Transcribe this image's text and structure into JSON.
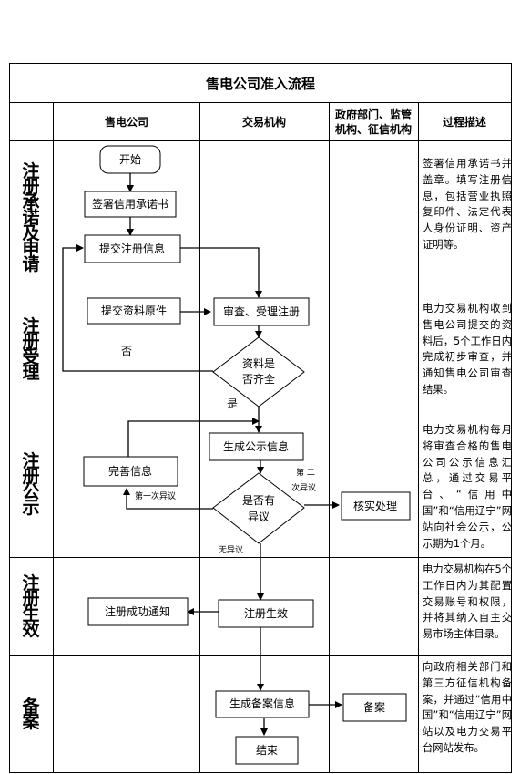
{
  "title": "售电公司准入流程",
  "headers": {
    "company": "售电公司",
    "exchange": "交易机构",
    "gov_line1": "政府部门、监管",
    "gov_line2": "机构、征信机构",
    "desc": "过程描述"
  },
  "stages": [
    {
      "chars": [
        "注",
        "册",
        "承",
        "诺",
        "及",
        "申",
        "请"
      ]
    },
    {
      "chars": [
        "注",
        "册",
        "受",
        "理"
      ]
    },
    {
      "chars": [
        "注",
        "册",
        "公",
        "示"
      ]
    },
    {
      "chars": [
        "注",
        "册",
        "生",
        "效"
      ]
    },
    {
      "chars": [
        "备",
        "案"
      ]
    }
  ],
  "descriptions": [
    "签署信用承诺书并盖章。填写注册信息，包括营业执照复印件、法定代表人身份证明、资产证明等。",
    "电力交易机构收到售电公司提交的资料后，5个工作日内完成初步审查，并通知售电公司审查结果。",
    "电力交易机构每月将审查合格的售电公司公示信息汇总，通过交易平台、“信用中国”和“信用辽宁”网站向社会公示，公示期为1个月。",
    "电力交易机构在5个工作日内为其配置交易账号和权限，并将其纳入自主交易市场主体目录。",
    "向政府相关部门和第三方征信机构备案，并通过“信用中国”和“信用辽宁”网站以及电力交易平台网站发布。"
  ],
  "nodes": {
    "start": "开始",
    "sign": "签署信用承诺书",
    "submit_info": "提交注册信息",
    "submit_docs": "提交资料原件",
    "review": "审查、受理注册",
    "complete_q_line1": "资料是",
    "complete_q_line2": "否齐全",
    "generate_public": "生成公示信息",
    "improve": "完善信息",
    "objection_q_line1": "是否有",
    "objection_q_line2": "异议",
    "verify": "核实处理",
    "notify": "注册成功通知",
    "effective": "注册生效",
    "gen_record": "生成备案信息",
    "record": "备案",
    "end": "结束"
  },
  "edge_labels": {
    "no": "否",
    "yes": "是",
    "first_objection": "第一次异议",
    "second_objection_line1": "第  二",
    "second_objection_line2": "次异议",
    "no_objection": "无异议"
  }
}
